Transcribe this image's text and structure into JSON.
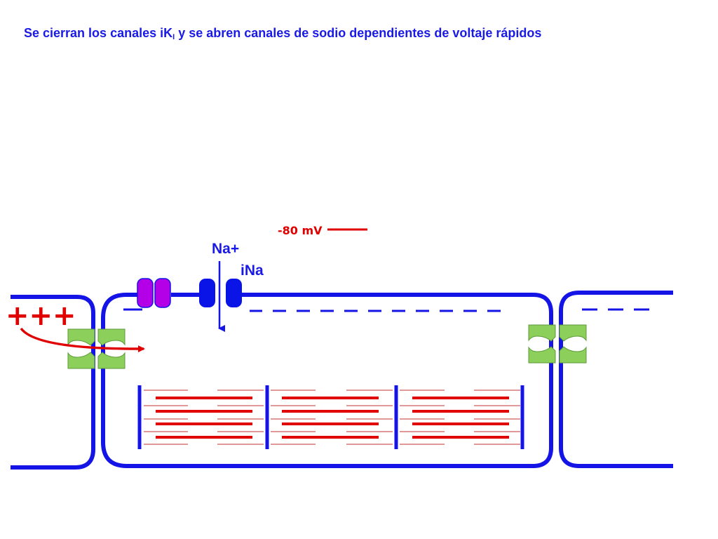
{
  "title": {
    "prefix": "Se cierran los canales iK",
    "subscript": "I",
    "suffix": " y se abren canales de sodio dependientes de voltaje rápidos"
  },
  "voltage_label": "-80 mV",
  "ion_label": "Na+",
  "current_label": "iNa",
  "charges": {
    "left_cell": "+++",
    "membrane_segment": "–",
    "right_cell": "– – –"
  },
  "colors": {
    "membrane": "#1414e6",
    "text_blue": "#1a1ae6",
    "positive_charge": "#e10000",
    "gap_junction": "#8ccf5a",
    "potassium_channel": "#b400e6",
    "sodium_channel": "#0a14e6",
    "myofilament": "#e10000"
  },
  "icons": {
    "potassium_channel": "closed-channel-icon",
    "sodium_channel": "open-channel-icon",
    "gap_junction": "connexon-icon",
    "current_arrow": "arrow-down-icon",
    "charge_flow": "curved-arrow-icon"
  }
}
